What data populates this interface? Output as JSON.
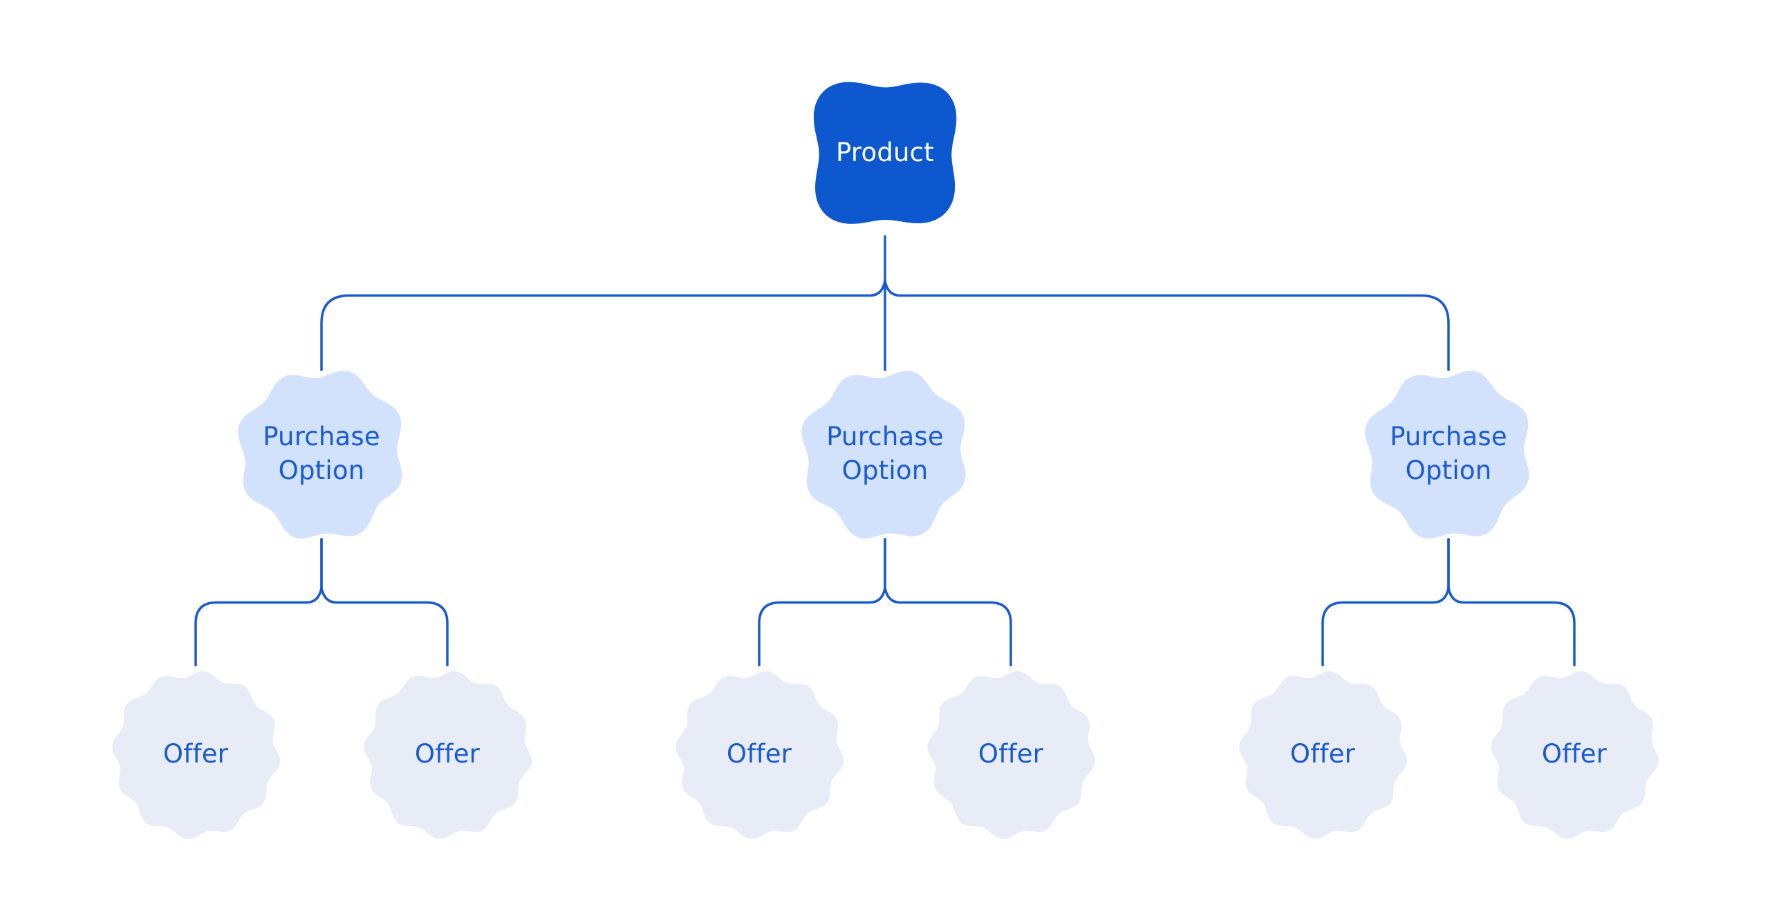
{
  "diagram": {
    "root": {
      "label": "Product"
    },
    "purchase_options": [
      {
        "label": "Purchase Option",
        "offers": [
          {
            "label": "Offer"
          },
          {
            "label": "Offer"
          }
        ]
      },
      {
        "label": "Purchase Option",
        "offers": [
          {
            "label": "Offer"
          },
          {
            "label": "Offer"
          }
        ]
      },
      {
        "label": "Purchase Option",
        "offers": [
          {
            "label": "Offer"
          },
          {
            "label": "Offer"
          }
        ]
      }
    ],
    "colors": {
      "background": "#ffffff",
      "root_fill": "#0d57cf",
      "root_text": "#ffffff",
      "option_fill": "#d2e1fc",
      "offer_fill": "#e8ecf6",
      "text_blue": "#1a5ad0",
      "connector": "#1a5ad0"
    }
  }
}
